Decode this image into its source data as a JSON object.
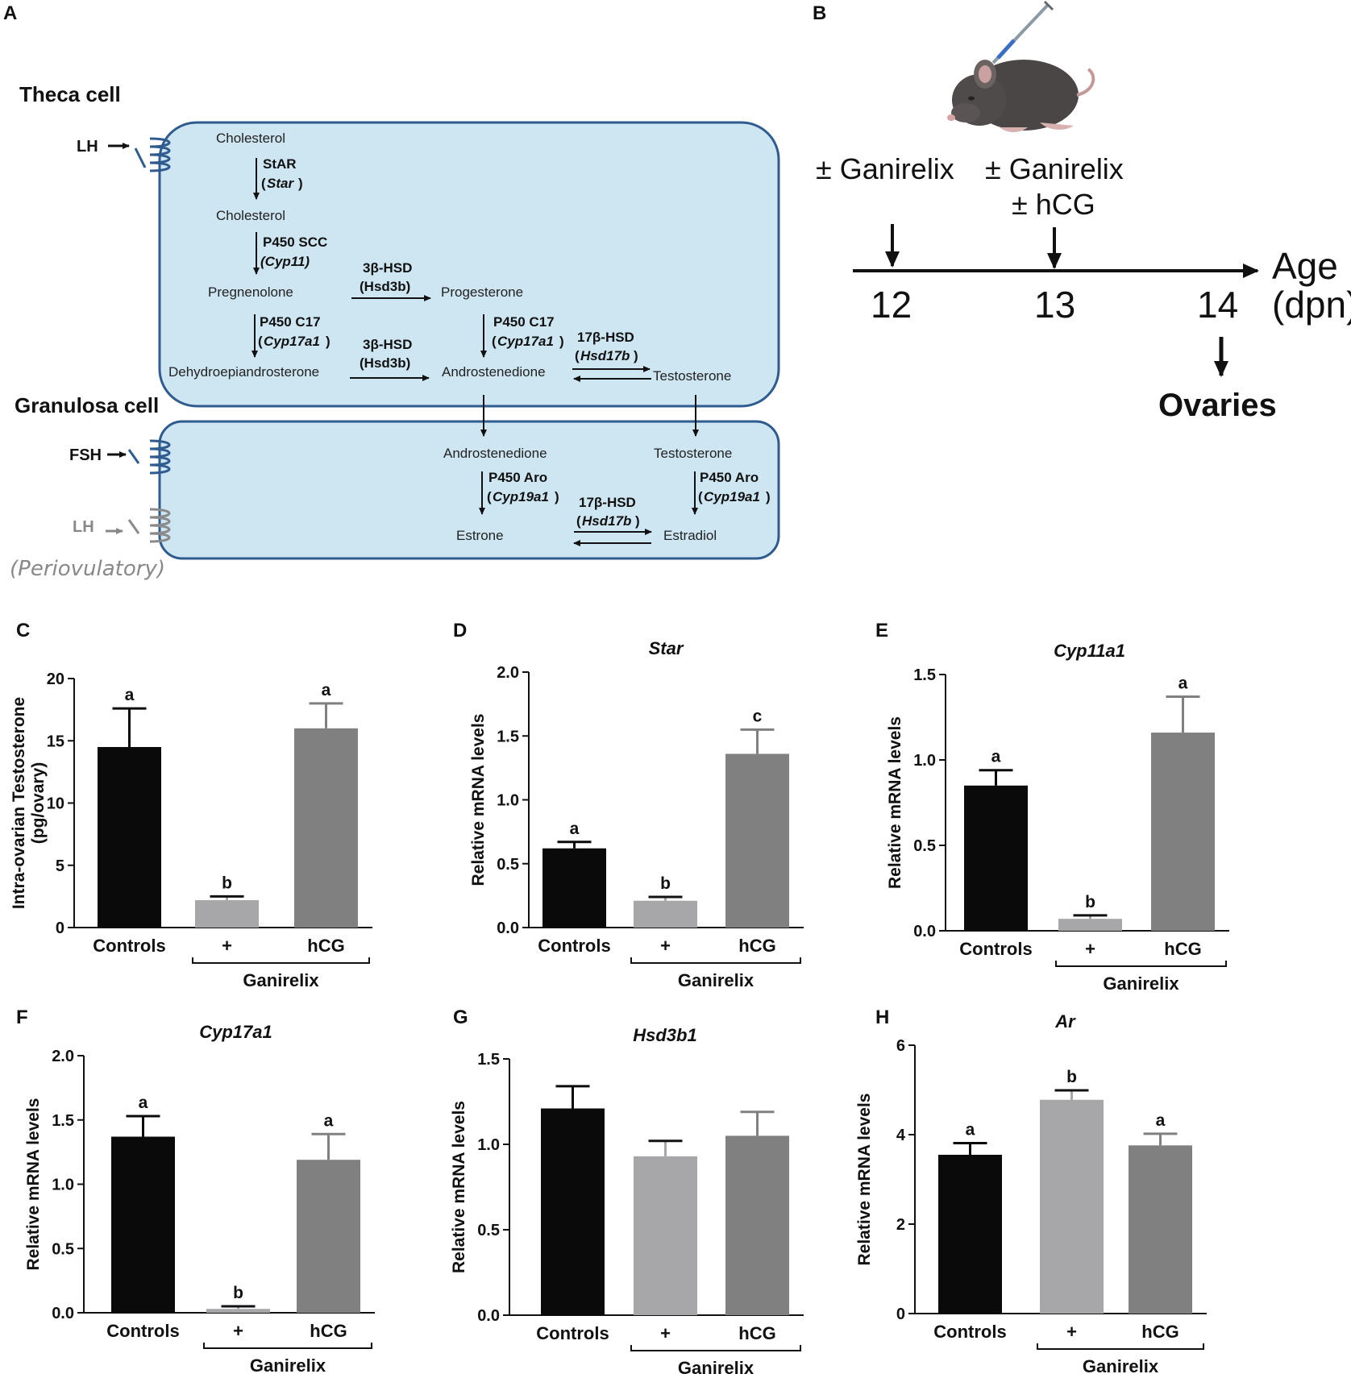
{
  "panelA": {
    "letter": "A",
    "theca_label": "Theca cell",
    "granulosa_label": "Granulosa cell",
    "lh": "LH",
    "fsh": "FSH",
    "lh_periov": "LH",
    "periovulatory": "(Periovulatory)",
    "metabolites": {
      "chol1": "Cholesterol",
      "chol2": "Cholesterol",
      "preg": "Pregnenolone",
      "prog": "Progesterone",
      "dhea": "Dehydroepiandrosterone",
      "andro_t": "Androstenedione",
      "testo_t": "Testosterone",
      "andro_g": "Androstenedione",
      "testo_g": "Testosterone",
      "estrone": "Estrone",
      "estradiol": "Estradiol"
    },
    "enzymes": {
      "star": "StAR",
      "star_gene": "Star",
      "scc": "P450 SCC",
      "scc_gene": "(Cyp11)",
      "hsd3b_1": "3β-HSD",
      "hsd3b_1_gene": "(Hsd3b)",
      "c17_1": "P450 C17",
      "c17_1_gene": "Cyp17a1",
      "hsd3b_2": "3β-HSD",
      "hsd3b_2_gene": "(Hsd3b)",
      "c17_2": "P450 C17",
      "c17_2_gene": "Cyp17a1",
      "hsd17b_1": "17β-HSD",
      "hsd17b_1_gene": "Hsd17b",
      "aro_1": "P450 Aro",
      "aro_1_gene": "Cyp19a1",
      "aro_2": "P450 Aro",
      "aro_2_gene": "Cyp19a1",
      "hsd17b_2": "17β-HSD",
      "hsd17b_2_gene": "Hsd17b"
    },
    "colors": {
      "cell_fill": "#cde6f2",
      "cell_stroke": "#2f5b8f",
      "receptor": "#2f5b8f",
      "receptor_gray": "#8a8a8a"
    }
  },
  "panelB": {
    "letter": "B",
    "treat1": "± Ganirelix",
    "treat2a": "± Ganirelix",
    "treat2b": "± hCG",
    "days": [
      "12",
      "13",
      "14"
    ],
    "age_label": "Age",
    "age_unit": "(dpn)",
    "outcome": "Ovaries"
  },
  "chart_common": {
    "categories": [
      "Controls",
      "+",
      "hCG"
    ],
    "group_label": "Ganirelix",
    "bar_colors": [
      "#0a0a0a",
      "#a7a7a9",
      "#808080"
    ]
  },
  "chart_data": [
    {
      "panel": "C",
      "type": "bar",
      "title": "",
      "ylabel": "Intra-ovarian Testosterone",
      "ylabel2": "(pg/ovary)",
      "ylim": [
        0,
        20
      ],
      "yticks": [
        "0",
        "5",
        "10",
        "15",
        "20"
      ],
      "categories": [
        "Controls",
        "+",
        "hCG"
      ],
      "values": [
        14.5,
        2.2,
        16.0
      ],
      "errors": [
        3.1,
        0.3,
        2.0
      ],
      "sig": [
        "a",
        "b",
        "a"
      ]
    },
    {
      "panel": "D",
      "type": "bar",
      "title": "Star",
      "ylabel": "Relative mRNA levels",
      "ylabel2": "",
      "ylim": [
        0,
        2.0
      ],
      "yticks": [
        "0.0",
        "0.5",
        "1.0",
        "1.5",
        "2.0"
      ],
      "categories": [
        "Controls",
        "+",
        "hCG"
      ],
      "values": [
        0.62,
        0.21,
        1.36
      ],
      "errors": [
        0.05,
        0.03,
        0.19
      ],
      "sig": [
        "a",
        "b",
        "c"
      ]
    },
    {
      "panel": "E",
      "type": "bar",
      "title": "Cyp11a1",
      "ylabel": "Relative mRNA levels",
      "ylabel2": "",
      "ylim": [
        0,
        1.5
      ],
      "yticks": [
        "0.0",
        "0.5",
        "1.0",
        "1.5"
      ],
      "categories": [
        "Controls",
        "+",
        "hCG"
      ],
      "values": [
        0.85,
        0.07,
        1.16
      ],
      "errors": [
        0.09,
        0.02,
        0.21
      ],
      "sig": [
        "a",
        "b",
        "a"
      ]
    },
    {
      "panel": "F",
      "type": "bar",
      "title": "Cyp17a1",
      "ylabel": "Relative mRNA levels",
      "ylabel2": "",
      "ylim": [
        0,
        2.0
      ],
      "yticks": [
        "0.0",
        "0.5",
        "1.0",
        "1.5",
        "2.0"
      ],
      "categories": [
        "Controls",
        "+",
        "hCG"
      ],
      "values": [
        1.37,
        0.03,
        1.19
      ],
      "errors": [
        0.16,
        0.02,
        0.2
      ],
      "sig": [
        "a",
        "b",
        "a"
      ]
    },
    {
      "panel": "G",
      "type": "bar",
      "title": "Hsd3b1",
      "ylabel": "Relative mRNA levels",
      "ylabel2": "",
      "ylim": [
        0,
        1.5
      ],
      "yticks": [
        "0.0",
        "0.5",
        "1.0",
        "1.5"
      ],
      "categories": [
        "Controls",
        "+",
        "hCG"
      ],
      "values": [
        1.21,
        0.93,
        1.05
      ],
      "errors": [
        0.13,
        0.09,
        0.14
      ],
      "sig": [
        "",
        "",
        ""
      ]
    },
    {
      "panel": "H",
      "type": "bar",
      "title": "Ar",
      "ylabel": "Relative mRNA levels",
      "ylabel2": "",
      "ylim": [
        0,
        6
      ],
      "yticks": [
        "0",
        "2",
        "4",
        "6"
      ],
      "categories": [
        "Controls",
        "+",
        "hCG"
      ],
      "values": [
        3.55,
        4.78,
        3.76
      ],
      "errors": [
        0.26,
        0.21,
        0.26
      ],
      "sig": [
        "a",
        "b",
        "a"
      ]
    }
  ]
}
